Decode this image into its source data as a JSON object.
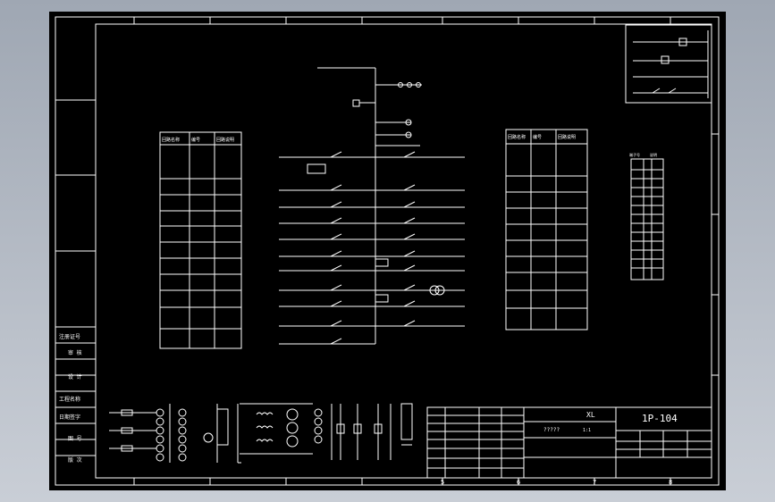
{
  "colors": {
    "canvas": "#000000",
    "line": "#ffffff",
    "viewport_gradient": [
      "#9fa7b3",
      "#c9ced6"
    ]
  },
  "drawing": {
    "number": "1P-104",
    "scale_label": "XL",
    "col_numbers": [
      "5",
      "6",
      "7",
      "8"
    ],
    "left_side_labels": [
      "注册证号",
      "审 核",
      "设 计",
      "工程名称",
      "日期签字",
      "图 号",
      "版 次"
    ],
    "title_block_text": "?????",
    "title_block_small": "1:1"
  },
  "tables": {
    "left": {
      "headers": [
        "回路名称",
        "编号",
        "回路说明"
      ]
    },
    "right": {
      "headers": [
        "回路名称",
        "编号",
        "回路说明"
      ]
    },
    "side": {
      "headers": [
        "端子号",
        "说明"
      ]
    }
  }
}
